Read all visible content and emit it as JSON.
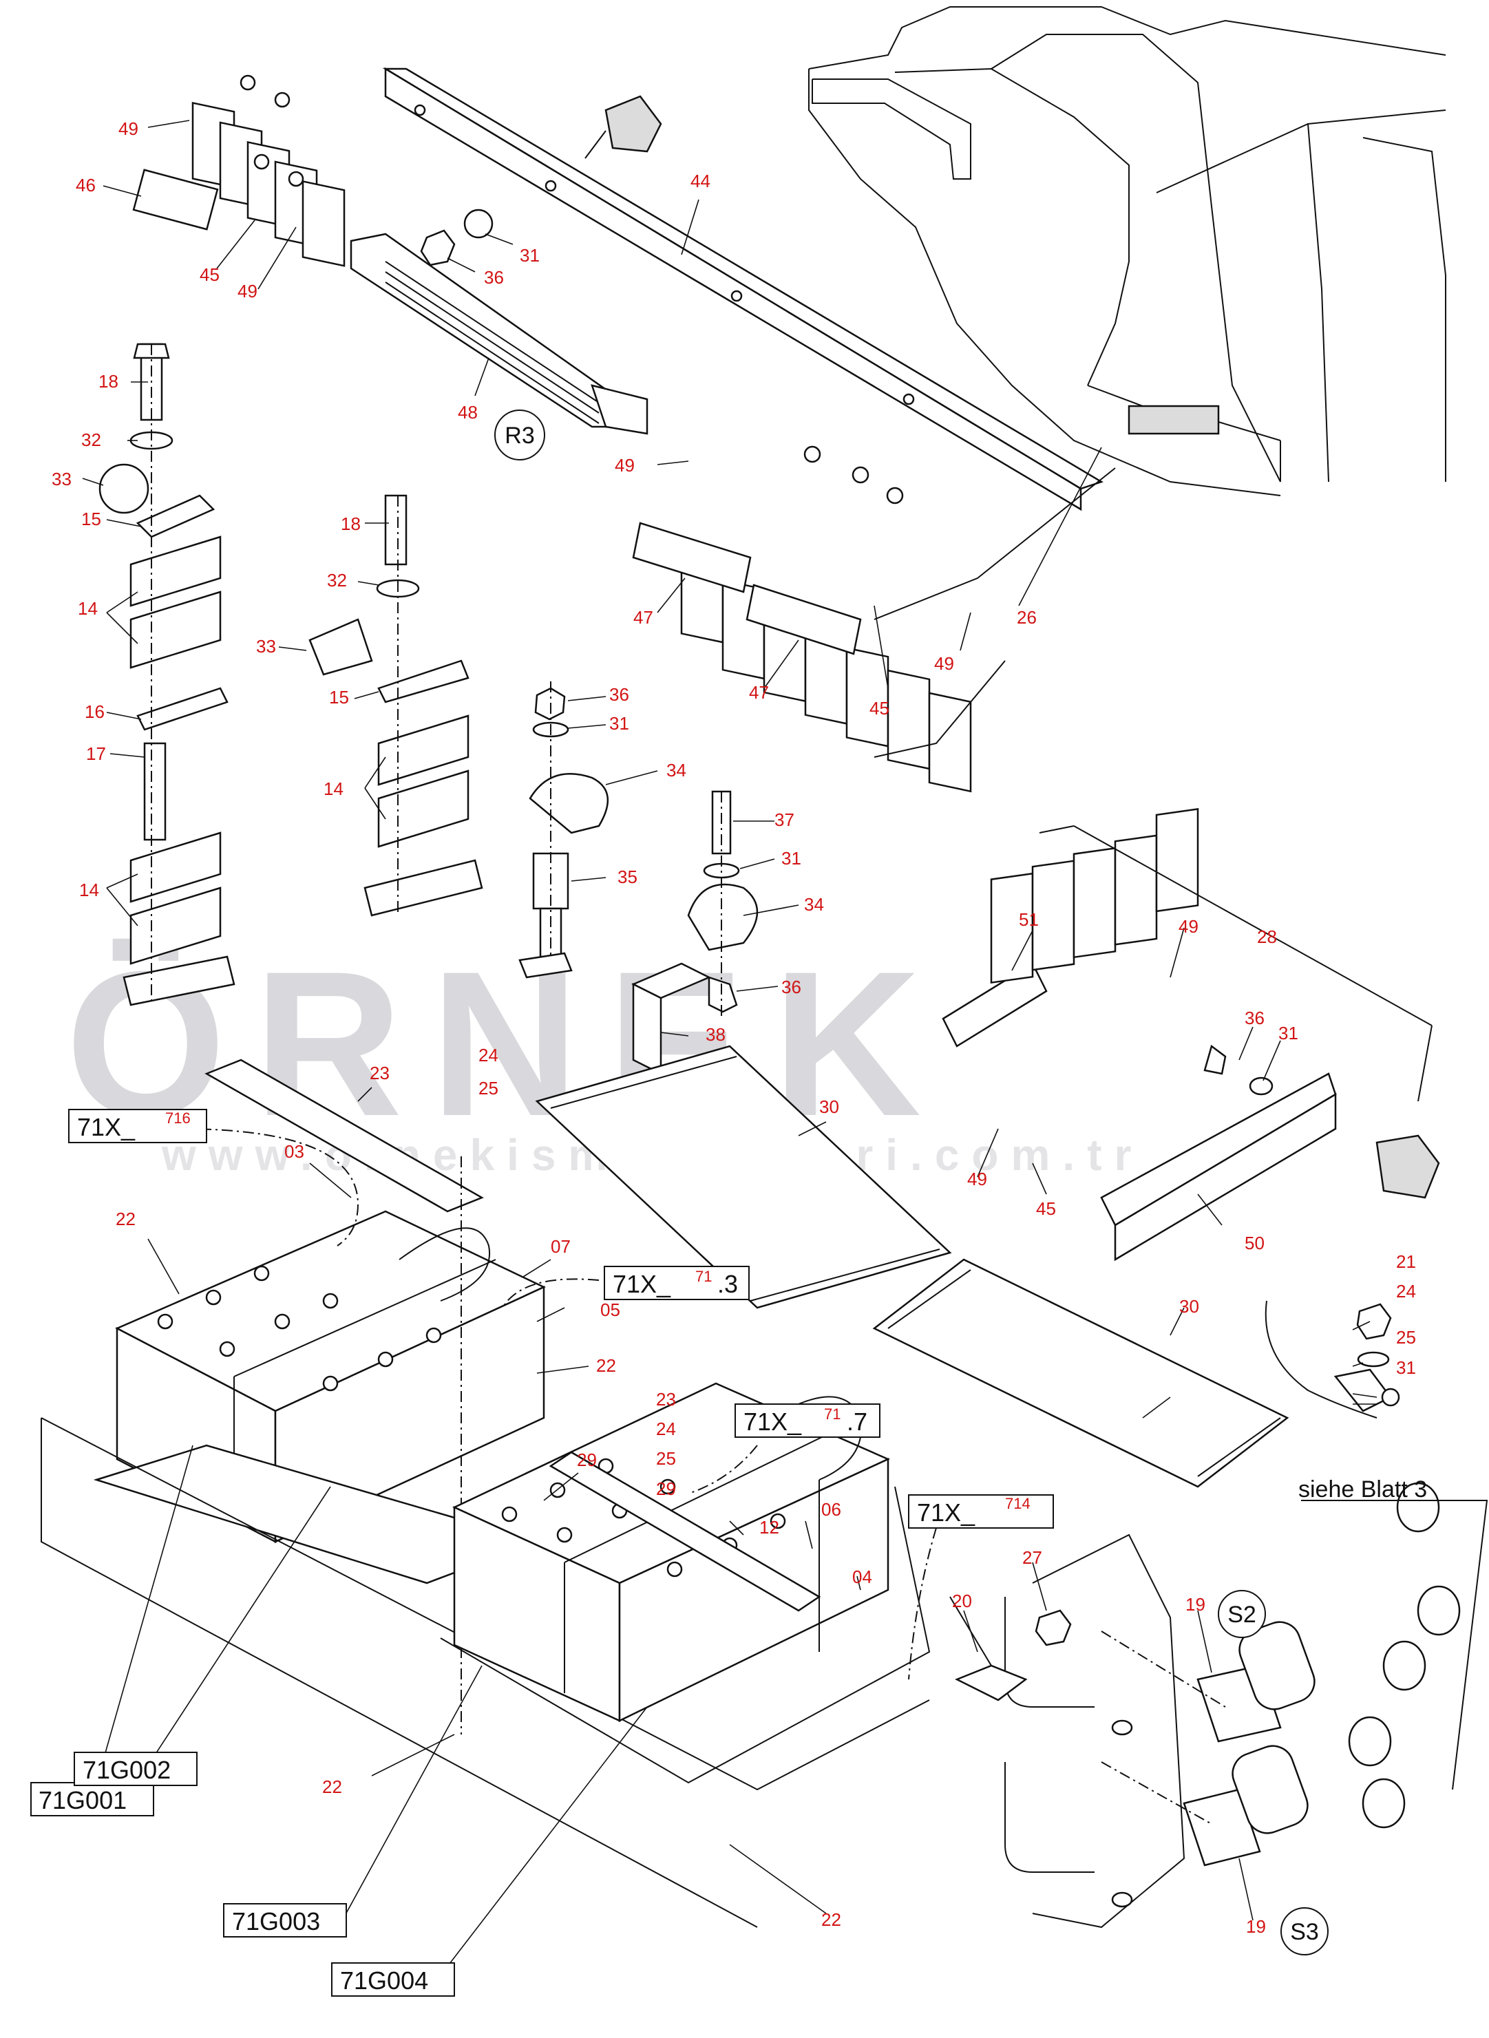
{
  "watermark": {
    "brand": "ÖRNEK",
    "url": "www.ornekismakinalari.com.tr"
  },
  "callouts": [
    "49",
    "46",
    "45",
    "49",
    "31",
    "36",
    "44",
    "18",
    "32",
    "33",
    "15",
    "14",
    "16",
    "17",
    "14",
    "48",
    "18",
    "32",
    "33",
    "15",
    "14",
    "49",
    "47",
    "47",
    "45",
    "49",
    "26",
    "36",
    "31",
    "34",
    "35",
    "37",
    "31",
    "34",
    "36",
    "38",
    "51",
    "49",
    "28",
    "36",
    "31",
    "24",
    "25",
    "23",
    "30",
    "49",
    "45",
    "50",
    "22",
    "03",
    "07",
    "22",
    "05",
    "29",
    "21",
    "24",
    "25",
    "31",
    "30",
    "23",
    "24",
    "25",
    "29",
    "12",
    "06",
    "04",
    "20",
    "27",
    "19",
    "19",
    "22",
    "22"
  ],
  "box_labels": {
    "x716": {
      "main": "71X_",
      "sup": "716"
    },
    "x713": {
      "main": "71X_",
      "sup": "71",
      "suffix": ".3"
    },
    "x717": {
      "main": "71X_",
      "sup": "71",
      "suffix": ".7"
    },
    "x714": {
      "main": "71X_",
      "sup": "714"
    },
    "g001": "71G001",
    "g002": "71G002",
    "g003": "71G003",
    "g004": "71G004"
  },
  "circle_labels": {
    "r3": "R3",
    "s2": "S2",
    "s3": "S3"
  },
  "note": "siehe Blatt 3"
}
